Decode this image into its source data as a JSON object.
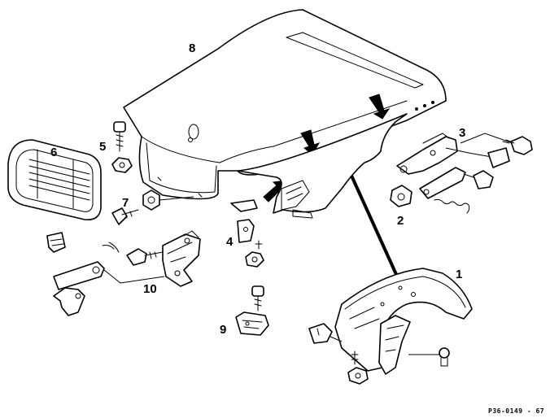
{
  "callouts": [
    {
      "id": "1",
      "text": "1"
    },
    {
      "id": "2",
      "text": "2"
    },
    {
      "id": "3",
      "text": "3"
    },
    {
      "id": "4",
      "text": "4"
    },
    {
      "id": "5",
      "text": "5"
    },
    {
      "id": "6",
      "text": "6"
    },
    {
      "id": "7",
      "text": "7"
    },
    {
      "id": "8",
      "text": "8"
    },
    {
      "id": "9",
      "text": "9"
    },
    {
      "id": "10",
      "text": "10"
    }
  ],
  "figure_code": "P36-0149 - 67"
}
